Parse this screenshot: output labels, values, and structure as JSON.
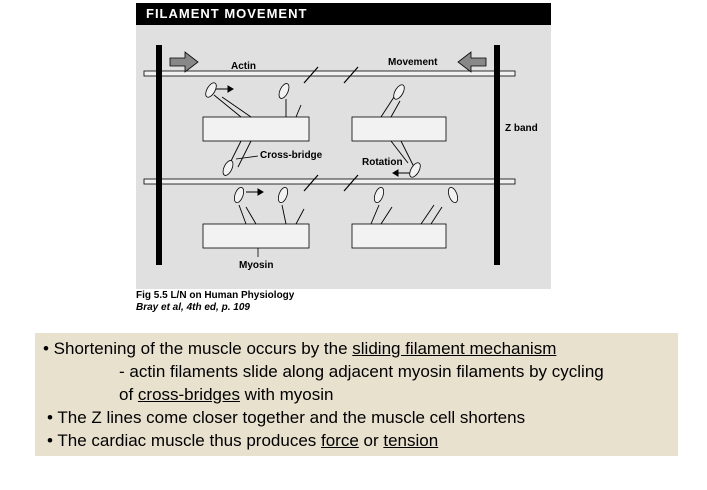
{
  "figure": {
    "header": "FILAMENT MOVEMENT",
    "labels": {
      "actin": "Actin",
      "movement": "Movement",
      "z_band": "Z band",
      "cross_bridge": "Cross-bridge",
      "rotation": "Rotation",
      "myosin": "Myosin"
    },
    "caption_line1": "Fig 5.5 L/N on Human Physiology",
    "caption_line2": "Bray et al, 4th ed, p. 109",
    "colors": {
      "background": "#e0e0e0",
      "filament": "#f2f2f2",
      "header": "#000000"
    }
  },
  "bullets": {
    "b1_prefix": "• Shortening of the muscle occurs by the ",
    "b1_link": "sliding filament mechanism",
    "b1_sub_line1": "- actin filaments slide along adjacent myosin filaments by cycling",
    "b1_sub_line2_prefix": "of ",
    "b1_sub_line2_link": "cross-bridges",
    "b1_sub_line2_suffix": " with myosin",
    "b2": "• The Z lines come closer together and the muscle cell shortens",
    "b3_prefix": "• The cardiac muscle thus produces ",
    "b3_link1": "force",
    "b3_mid": " or ",
    "b3_link2": "tension",
    "box_color": "#e8e1ce"
  }
}
